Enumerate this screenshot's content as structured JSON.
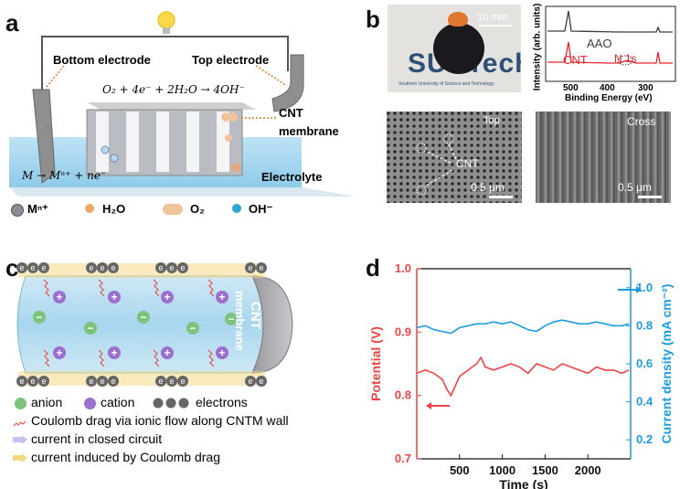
{
  "panels": {
    "a": {
      "letter": "a",
      "bottom_electrode": "Bottom electrode",
      "top_electrode": "Top electrode",
      "reaction_top": "O₂ + 4e⁻ + 2H₂O → 4OH⁻",
      "reaction_bottom": "M → Mⁿ⁺ + ne⁻",
      "membrane_line1": "CNT",
      "membrane_line2": "membrane",
      "electrolyte": "Electrolyte",
      "legend": [
        {
          "icon": "metal-ion-icon",
          "label": "Mⁿ⁺"
        },
        {
          "icon": "water-molecule-icon",
          "label": "H₂O"
        },
        {
          "icon": "oxygen-molecule-icon",
          "label": "O₂"
        },
        {
          "icon": "hydroxide-icon",
          "label": "OH⁻"
        }
      ]
    },
    "b": {
      "letter": "b",
      "photo_scale": "10 mm",
      "logo_text": "SUSTech",
      "logo_subtitle": "Southern University of Science and Technology",
      "xps": {
        "ylabel": "Intensity (arb. units)",
        "xlabel": "Binding Energy (eV)",
        "xticks": [
          "500",
          "400",
          "300"
        ],
        "series_aao": "AAO",
        "series_cnt": "CNT",
        "n1s": "N 1s",
        "color_aao": "#3c3c3c",
        "color_cnt": "#e8252a"
      },
      "sem_top": {
        "title": "Top",
        "cnt": "CNT",
        "scale": "0.5 μm"
      },
      "sem_cross": {
        "title": "Cross",
        "scale": "0.5 μm"
      }
    },
    "c": {
      "letter": "c",
      "membrane_line1": "CNT",
      "membrane_line2": "membrane",
      "electron_symbol": "e",
      "cation_symbol": "+",
      "anion_symbol": "−",
      "legend": {
        "anion": "anion",
        "cation": "cation",
        "electrons": "electrons",
        "coulomb": "Coulomb drag via ionic flow along CNTM wall",
        "closed": "current in closed circuit",
        "induced": "current induced by Coulomb drag"
      }
    },
    "d": {
      "letter": "d"
    }
  },
  "chart_data": {
    "type": "line",
    "xlabel": "Time (s)",
    "ylabel_left": "Potential (V)",
    "ylabel_right": "Current density (mA cm⁻²)",
    "xlim": [
      0,
      2500
    ],
    "xticks": [
      500,
      1000,
      1500,
      2000
    ],
    "ylim_left": [
      0.7,
      1.0
    ],
    "yticks_left": [
      "0.7",
      "0.8",
      "0.9",
      "1.0"
    ],
    "ylim_right": [
      0.1,
      1.1
    ],
    "yticks_right": [
      "0.2",
      "0.4",
      "0.6",
      "0.8",
      "1.0"
    ],
    "series": [
      {
        "axis": "left",
        "color": "#ee4444",
        "x": [
          0,
          100,
          200,
          300,
          350,
          400,
          450,
          500,
          600,
          700,
          750,
          800,
          900,
          1000,
          1100,
          1200,
          1300,
          1400,
          1500,
          1600,
          1700,
          1800,
          1900,
          2000,
          2100,
          2200,
          2300,
          2400,
          2480
        ],
        "values": [
          0.835,
          0.84,
          0.835,
          0.825,
          0.81,
          0.8,
          0.815,
          0.83,
          0.84,
          0.85,
          0.86,
          0.845,
          0.84,
          0.845,
          0.85,
          0.845,
          0.835,
          0.85,
          0.845,
          0.84,
          0.85,
          0.845,
          0.84,
          0.835,
          0.845,
          0.84,
          0.84,
          0.835,
          0.84
        ]
      },
      {
        "axis": "right",
        "color": "#1a9ce0",
        "x": [
          0,
          100,
          200,
          300,
          400,
          500,
          600,
          700,
          800,
          900,
          1000,
          1100,
          1200,
          1300,
          1400,
          1500,
          1600,
          1700,
          1800,
          1900,
          2000,
          2100,
          2200,
          2300,
          2400,
          2480
        ],
        "values": [
          0.79,
          0.8,
          0.78,
          0.77,
          0.76,
          0.79,
          0.8,
          0.81,
          0.81,
          0.82,
          0.81,
          0.82,
          0.8,
          0.78,
          0.77,
          0.8,
          0.82,
          0.83,
          0.82,
          0.81,
          0.81,
          0.82,
          0.81,
          0.8,
          0.8,
          0.81
        ]
      }
    ]
  }
}
